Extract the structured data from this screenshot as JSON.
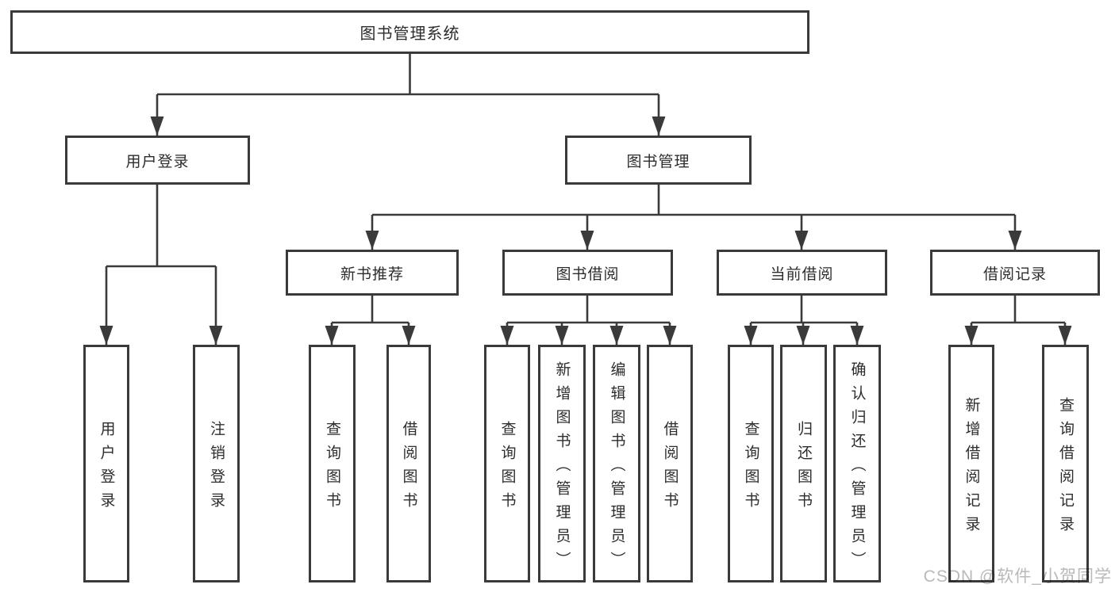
{
  "diagram": {
    "root": {
      "label": "图书管理系统"
    },
    "level2": [
      {
        "label": "用户登录"
      },
      {
        "label": "图书管理"
      }
    ],
    "level3": [
      {
        "label": "新书推荐",
        "parent": "图书管理"
      },
      {
        "label": "图书借阅",
        "parent": "图书管理"
      },
      {
        "label": "当前借阅",
        "parent": "图书管理"
      },
      {
        "label": "借阅记录",
        "parent": "图书管理"
      }
    ],
    "leaves": [
      {
        "label": "用户登录",
        "parent": "用户登录"
      },
      {
        "label": "注销登录",
        "parent": "用户登录"
      },
      {
        "label": "查询图书",
        "parent": "新书推荐"
      },
      {
        "label": "借阅图书",
        "parent": "新书推荐"
      },
      {
        "label": "查询图书",
        "parent": "图书借阅"
      },
      {
        "label": "新增图书（管理员）",
        "parent": "图书借阅"
      },
      {
        "label": "编辑图书（管理员）",
        "parent": "图书借阅"
      },
      {
        "label": "借阅图书",
        "parent": "图书借阅"
      },
      {
        "label": "查询图书",
        "parent": "当前借阅"
      },
      {
        "label": "归还图书",
        "parent": "当前借阅"
      },
      {
        "label": "确认归还（管理员）",
        "parent": "当前借阅"
      },
      {
        "label": "新增借阅记录",
        "parent": "借阅记录"
      },
      {
        "label": "查询借阅记录",
        "parent": "借阅记录"
      }
    ],
    "watermark": "CSDN @软件_小贺同学",
    "colors": {
      "line": "#3a3a3a",
      "text": "#2d2d2d",
      "watermark": "#b9b9b9",
      "background": "#ffffff"
    }
  }
}
